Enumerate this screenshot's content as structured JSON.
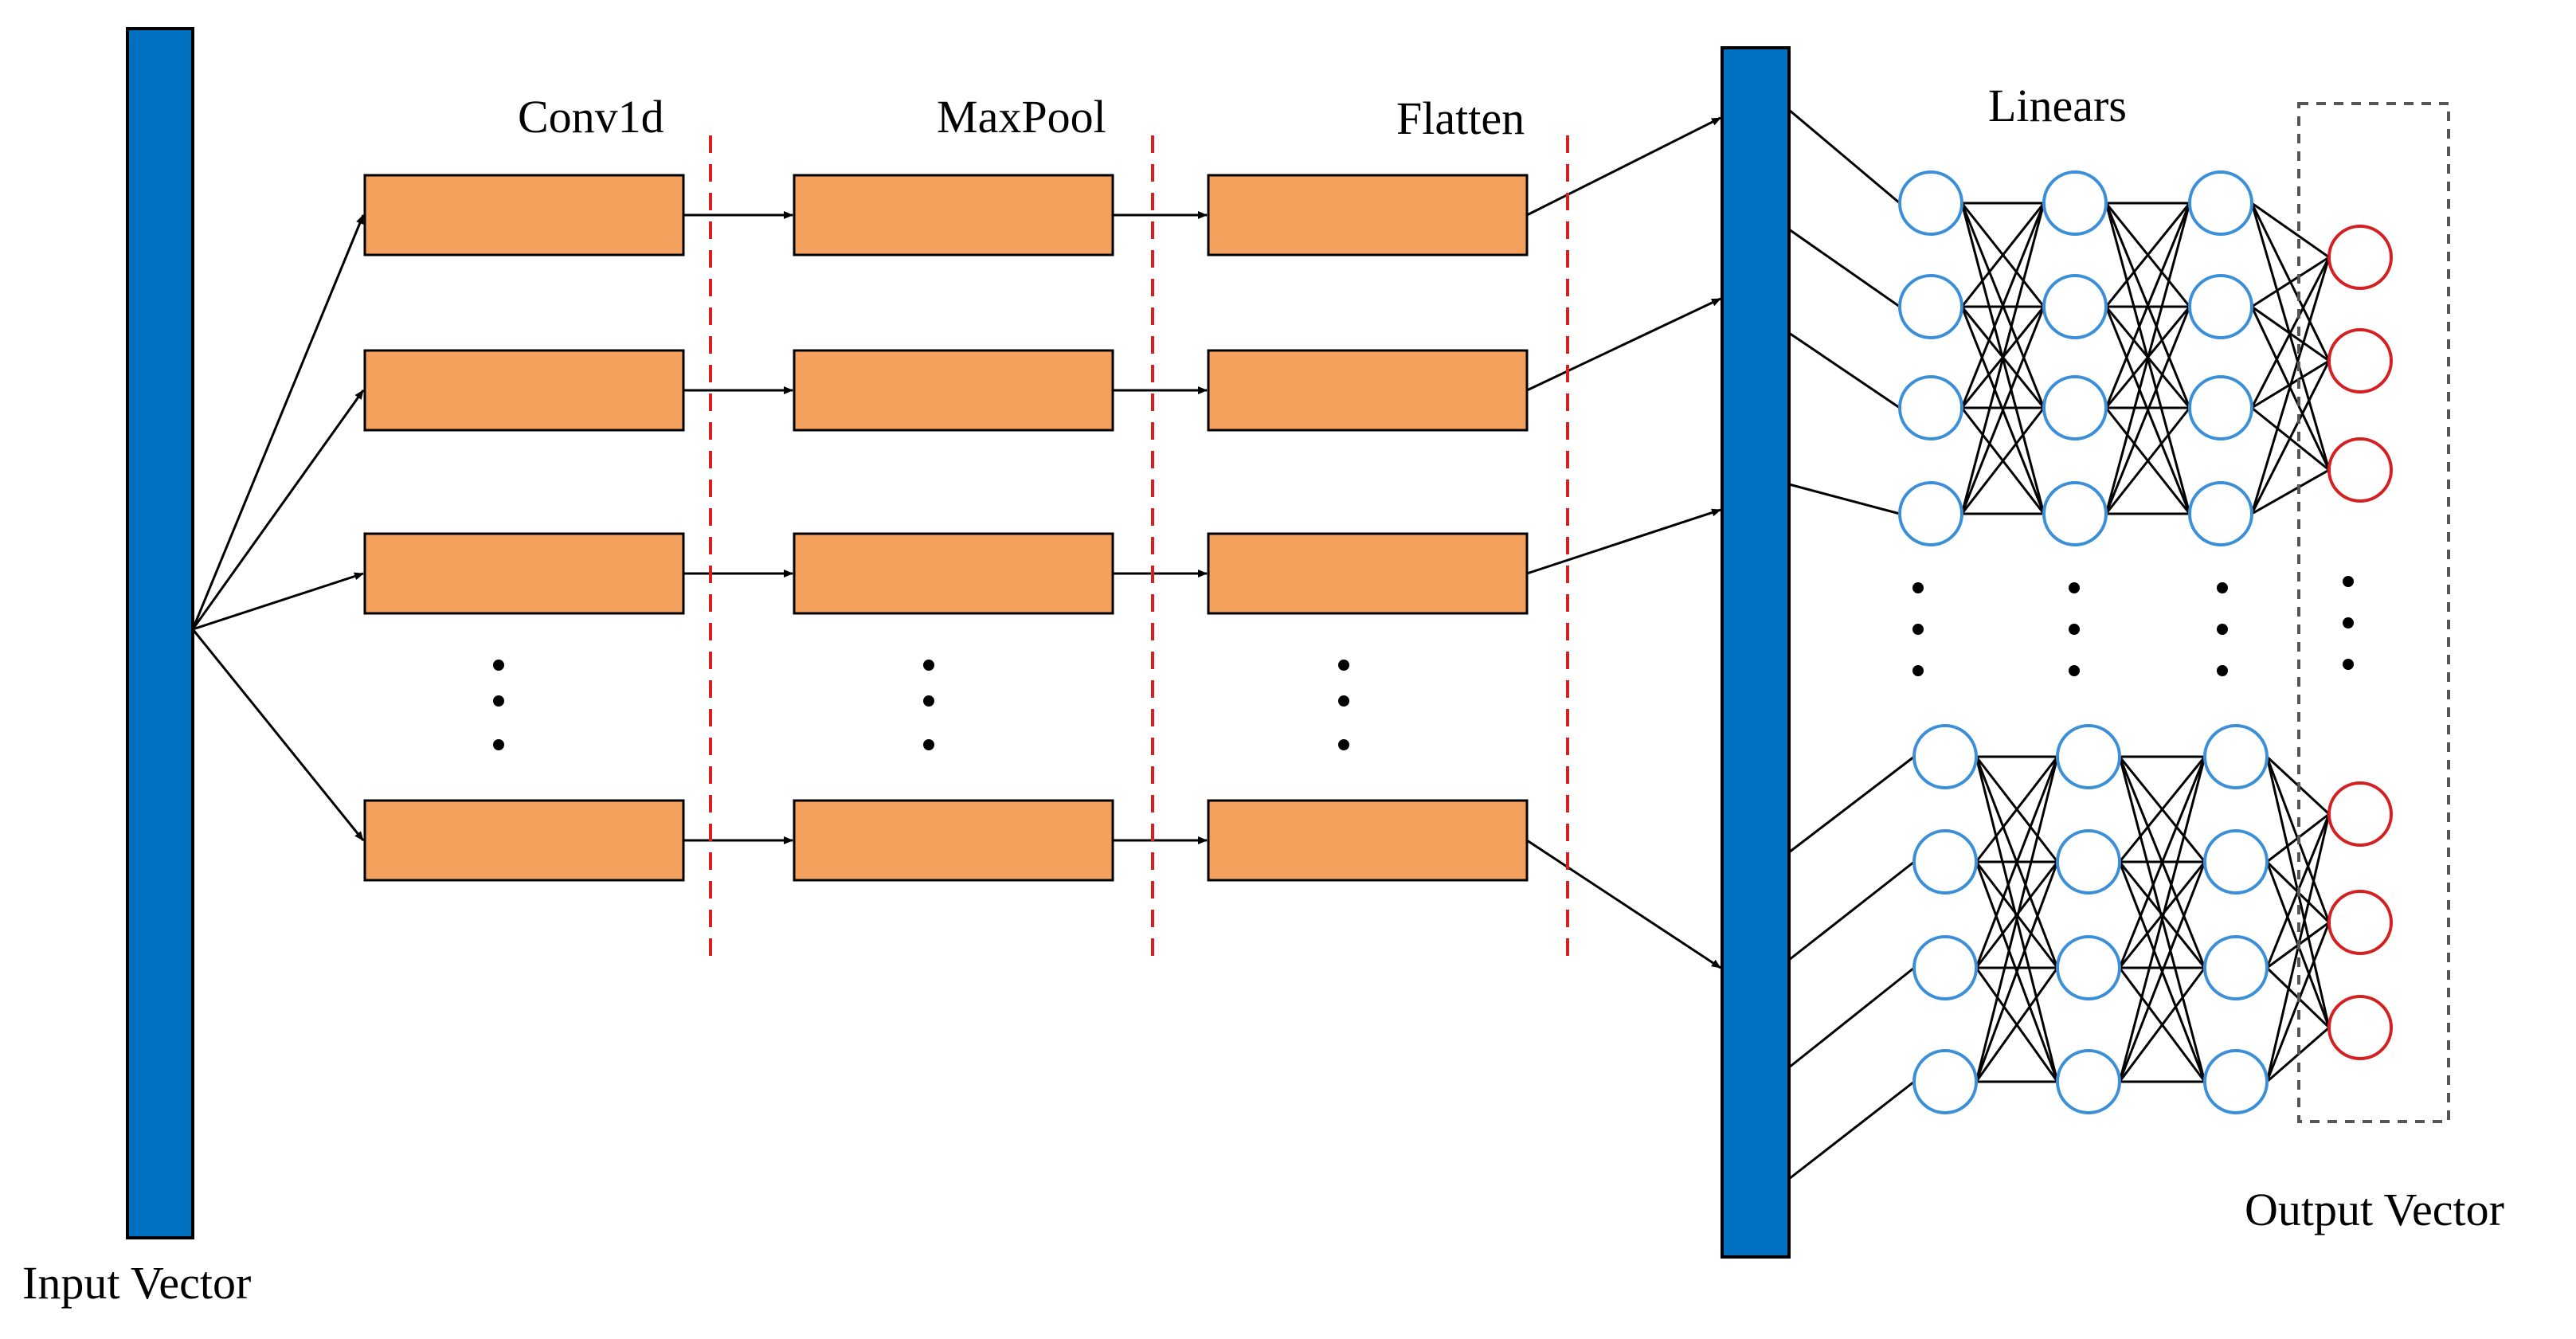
{
  "labels": {
    "input_vector": "Input Vector",
    "conv1d": "Conv1d",
    "maxpool": "MaxPool",
    "flatten": "Flatten",
    "linears": "Linears",
    "output_vector": "Output Vector"
  },
  "colors": {
    "vector_bar": "#0070c0",
    "block_fill": "#f4a15d",
    "hidden_neuron": "#3b8fd9",
    "output_neuron": "#d42020",
    "divider": "#d42020",
    "connection": "#000000",
    "output_box": "#555555"
  },
  "structure": {
    "conv_branches_drawn": 4,
    "hidden_layers": 3,
    "neurons_per_group": 4,
    "output_neurons_per_group": 3,
    "neuron_groups": 2
  }
}
